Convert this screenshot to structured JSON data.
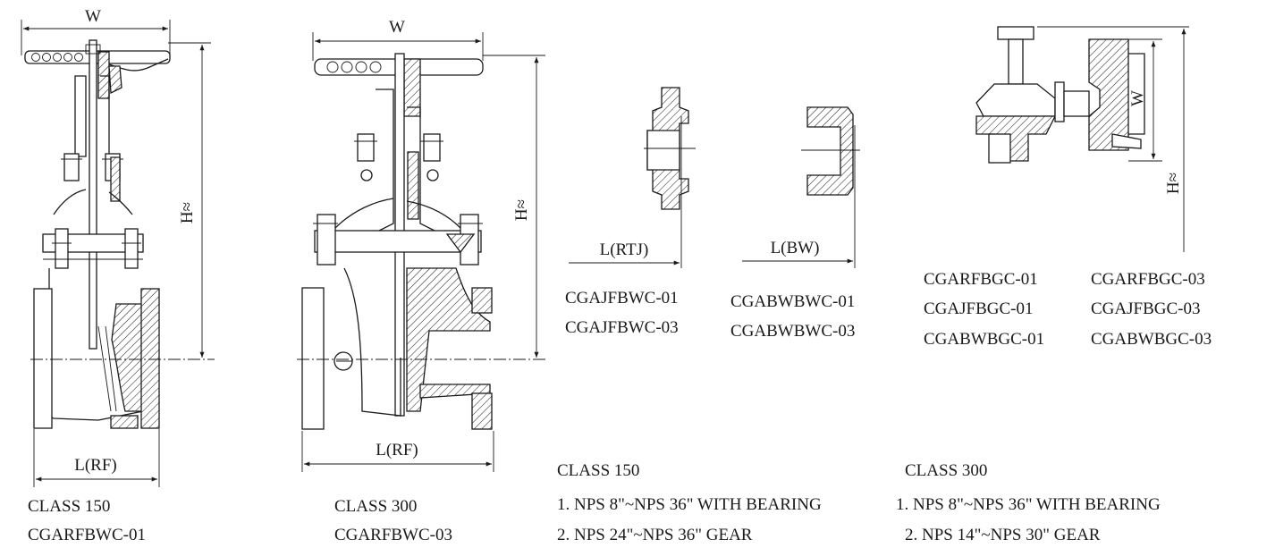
{
  "drawings": {
    "valve_1": {
      "width_label": "W",
      "height_label": "H≈",
      "length_label": "L(RF)",
      "class_label": "CLASS 150",
      "model_code": "CGARFBWC-01"
    },
    "valve_2": {
      "width_label": "W",
      "height_label": "H≈",
      "length_label": "L(RF)",
      "class_label": "CLASS 300",
      "model_code": "CGARFBWC-03"
    },
    "rtj_end": {
      "length_label": "L(RTJ)",
      "codes": [
        "CGAJFBWC-01",
        "CGAJFBWC-03"
      ]
    },
    "bw_end": {
      "length_label": "L(BW)",
      "codes": [
        "CGABWBWC-01",
        "CGABWBWC-03"
      ]
    },
    "gear_operator": {
      "width_label": "W",
      "height_label": "H≈",
      "codes_col1": [
        "CGARFBGC-01",
        "CGAJFBGC-01",
        "CGABWBGC-01"
      ],
      "codes_col2": [
        "CGARFBGC-03",
        "CGAJFBGC-03",
        "CGABWBGC-03"
      ]
    }
  },
  "notes": {
    "class150": {
      "title": "CLASS 150",
      "lines": [
        "1. NPS 8\"~NPS 36\" WITH BEARING",
        "2. NPS 24\"~NPS 36\" GEAR"
      ]
    },
    "class300": {
      "title": "CLASS 300",
      "lines": [
        "1. NPS 8\"~NPS 36\" WITH BEARING",
        "2. NPS 14\"~NPS 30\" GEAR"
      ]
    }
  }
}
